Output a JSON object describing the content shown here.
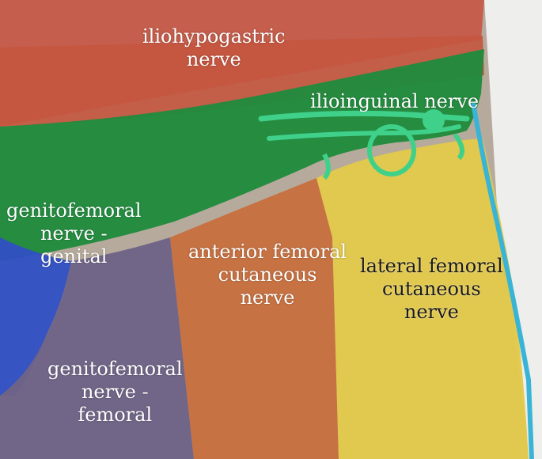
{
  "colors": {
    "background_wall": "#eeeeec",
    "skin": "#b6aa9c",
    "iliohypogastric": "#c65a48",
    "ilioinguinal": "#1f8a3c",
    "genitofemoral_genital": "#2f4fc4",
    "anterior_femoral_cutaneous": "#c7713f",
    "lateral_femoral_cutaneous": "#e2c94b",
    "genitofemoral_femoral": "#6f6487",
    "bikini_cord": "#3fd08a",
    "cyan_cord": "#3ab4d6",
    "label_light": "#ffffff",
    "label_dark": "#1a1a1a"
  },
  "labels": {
    "iliohypogastric": [
      "iliohypogastric",
      "nerve"
    ],
    "ilioinguinal": [
      "ilioinguinal nerve"
    ],
    "genitofemoral_genital": [
      "genitofemoral",
      "nerve -",
      "genital"
    ],
    "anterior_femoral": [
      "anterior femoral",
      "cutaneous",
      "nerve"
    ],
    "lateral_femoral": [
      "lateral femoral",
      "cutaneous",
      "nerve"
    ],
    "genitofemoral_femoral": [
      "genitofemoral",
      "nerve -",
      "femoral"
    ]
  }
}
